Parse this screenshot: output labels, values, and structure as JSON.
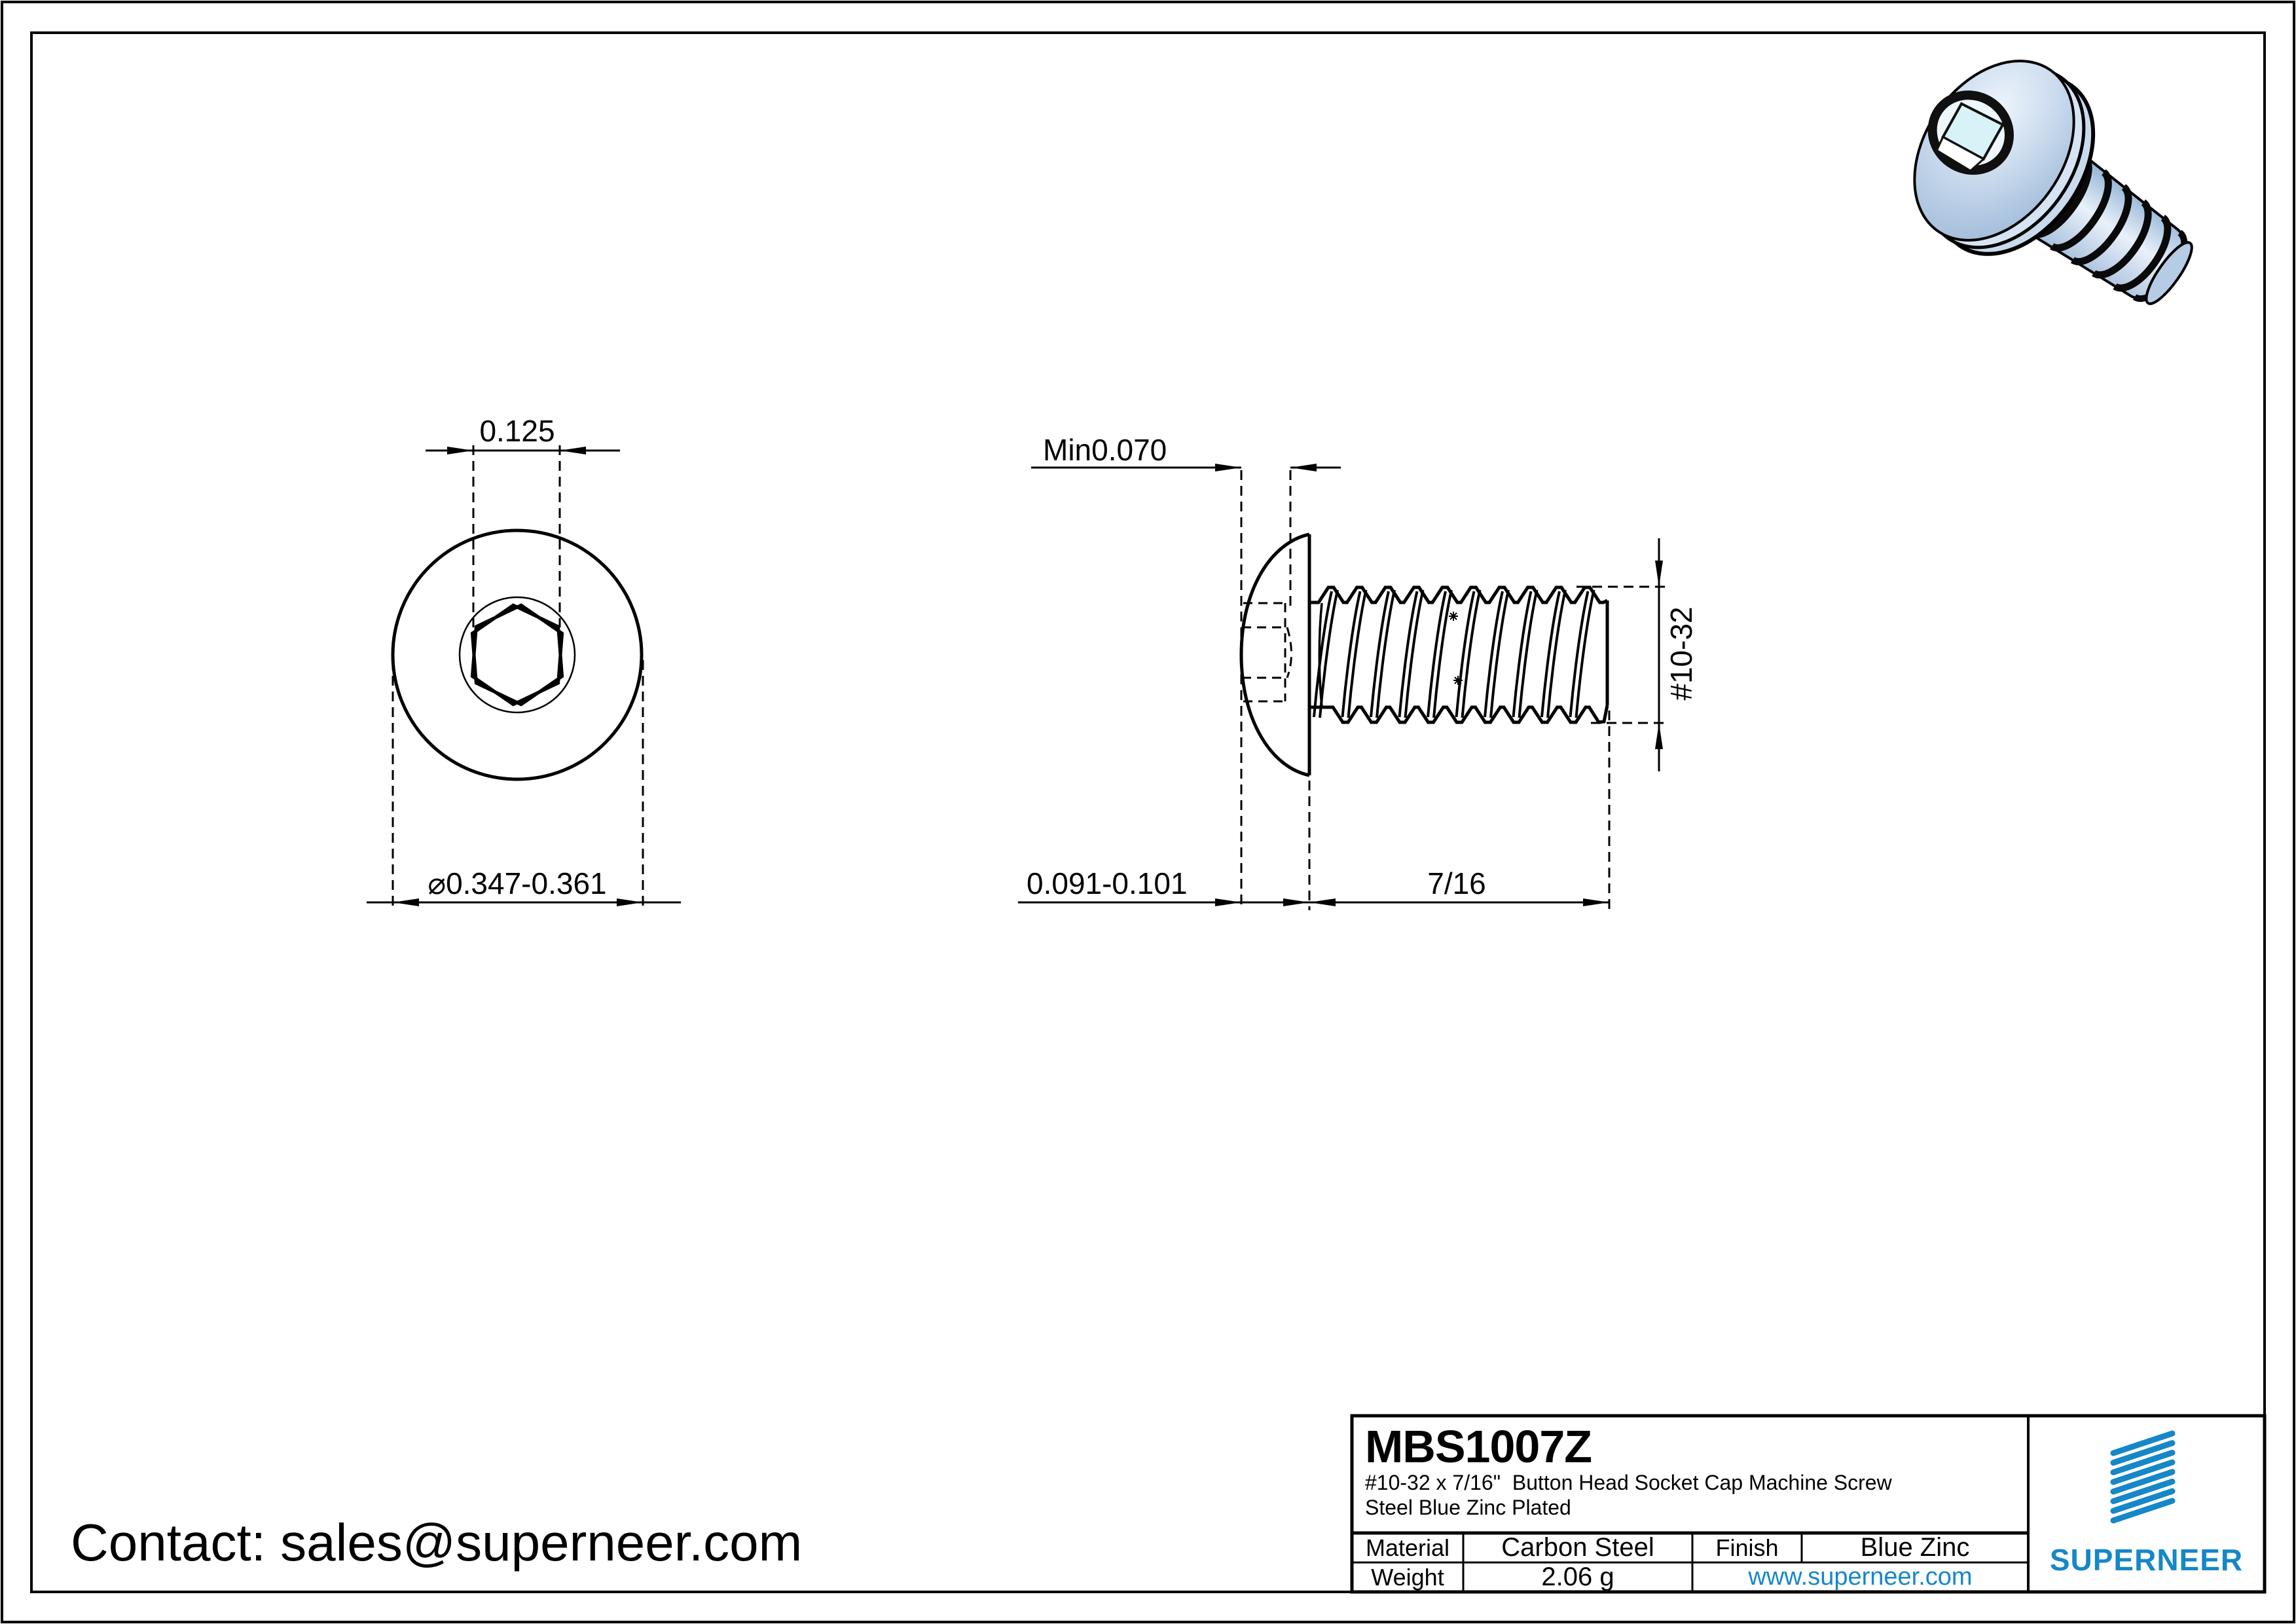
{
  "page": {
    "contact": "Contact: sales@superneer.com"
  },
  "views": {
    "front": {
      "socket_width": "0.125",
      "head_diameter": "⌀0.347-0.361"
    },
    "side": {
      "socket_depth": "Min0.070",
      "head_height": "0.091-0.101",
      "thread_length": "7/16",
      "thread_size": "#10-32"
    }
  },
  "title_block": {
    "part_number": "MBS1007Z",
    "description_line1": "#10-32 x 7/16\"  Button Head Socket Cap Machine Screw",
    "description_line2": "Steel Blue Zinc Plated",
    "material_label": "Material",
    "material_value": "Carbon Steel",
    "finish_label": "Finish",
    "finish_value": "Blue Zinc",
    "weight_label": "Weight",
    "weight_value": "2.06 g",
    "website": "www.superneer.com",
    "brand": "SUPERNEER"
  },
  "colors": {
    "brand_blue": "#1687c8",
    "line_black": "#000000",
    "screw_body_light": "#e9f1fa",
    "screw_body_mid": "#b6cbe4",
    "screw_body_dark": "#8fb0d4",
    "socket_highlight": "#d8f3f8"
  },
  "icons": {
    "logo": "superneer-stripes-logo",
    "render": "screw-3d-render"
  }
}
